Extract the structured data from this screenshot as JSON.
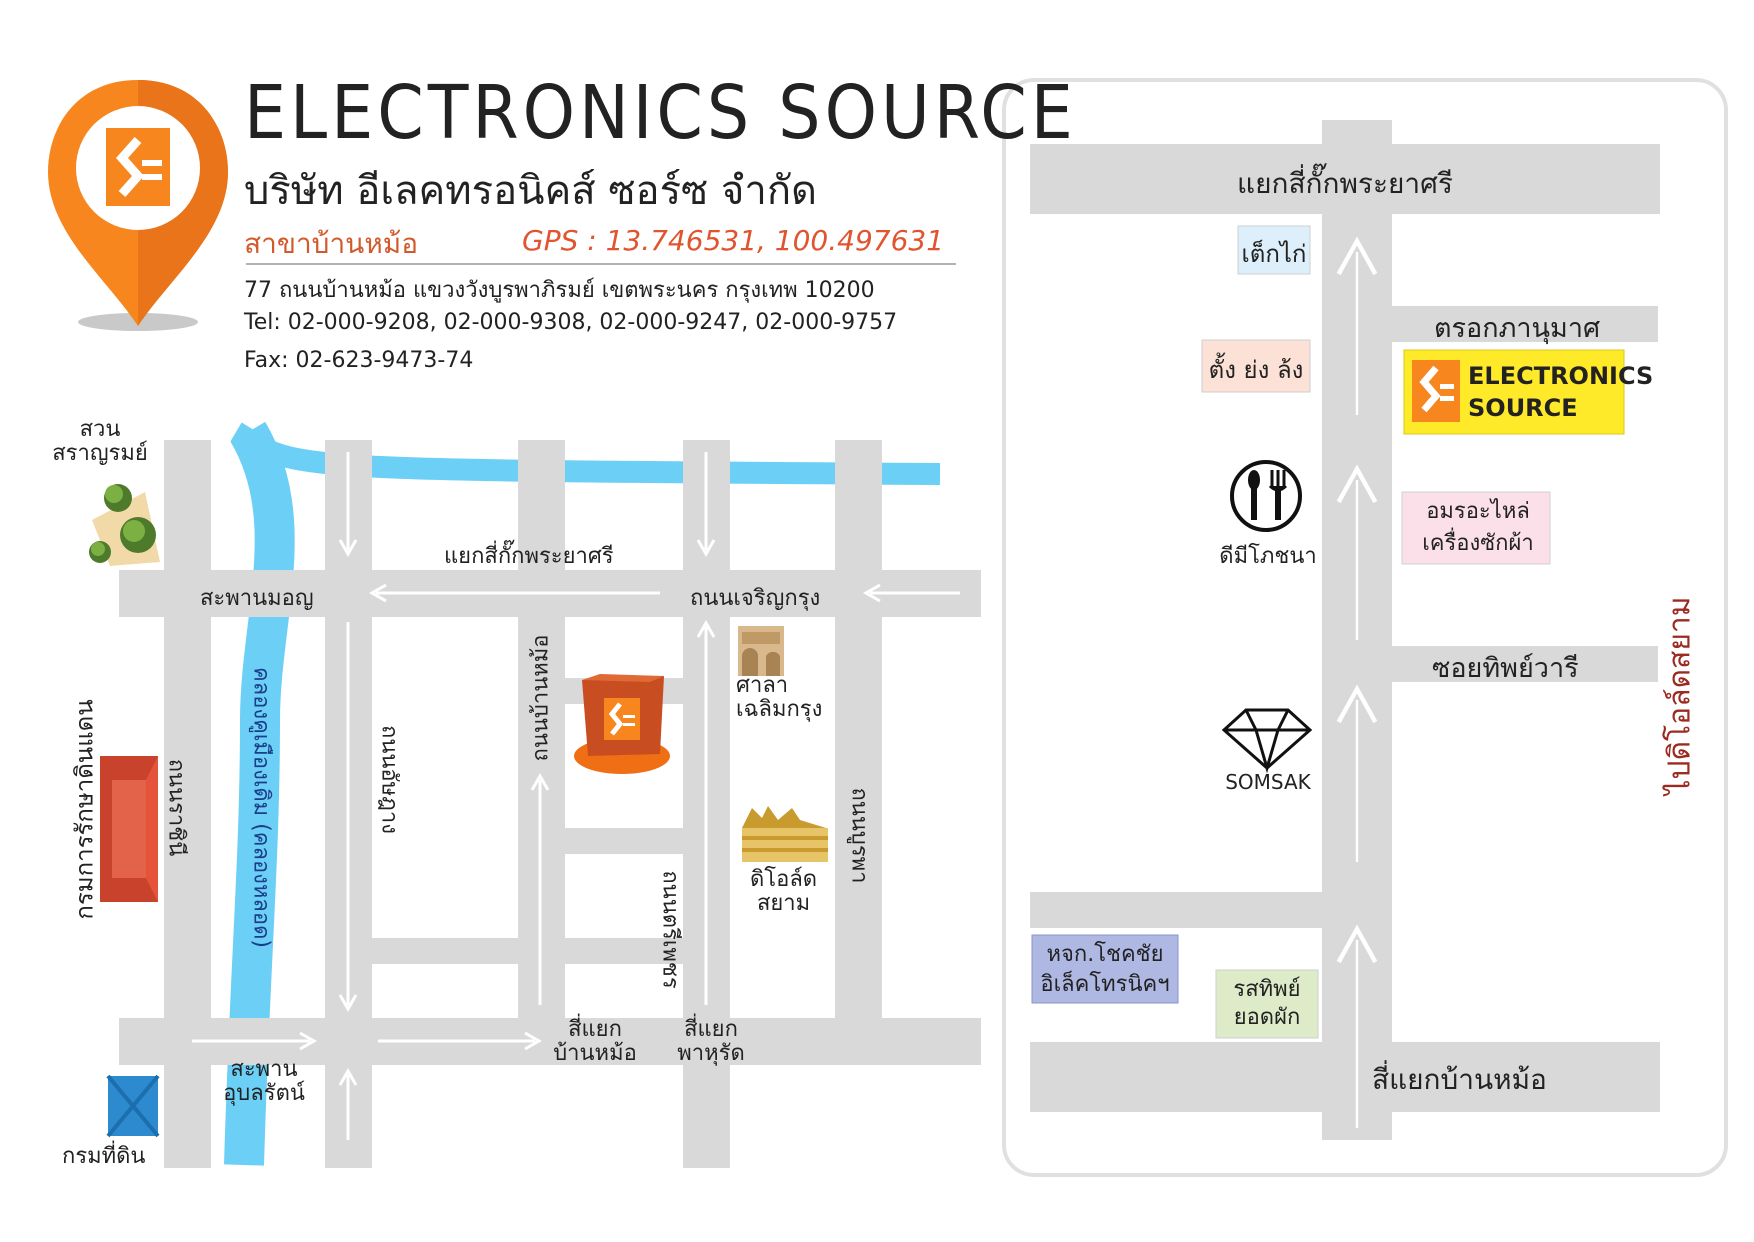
{
  "brand": {
    "name_en": "ELECTRONICS SOURCE",
    "name_th": "บริษัท อีเลคทรอนิคส์ ซอร์ซ จำกัด",
    "branch": "สาขาบ้านหม้อ",
    "gps": "GPS : 13.746531, 100.497631",
    "address": "77 ถนนบ้านหม้อ แขวงวังบูรพาภิรมย์ เขตพระนคร กรุงเทพ 10200",
    "tel": "Tel: 02-000-9208, 02-000-9308, 02-000-9247, 02-000-9757",
    "fax": "Fax: 02-623-9473-74",
    "logo_glyph": "S="
  },
  "colors": {
    "orange": "#F7861E",
    "road": "#D9D9DA",
    "water": "#6CCFF6",
    "gps": "#E0542F",
    "branch": "#D25A2A",
    "yellow": "#FFEA2A",
    "siam": "#9B2A20"
  },
  "left_map": {
    "landmarks": {
      "garden": "สวน\nสราญรมย์",
      "land_conservation": "กรมการรักษาดินแดน",
      "land_dept": "กรมที่ดิน",
      "sala": "ศาลา\nเฉลิมกรุง",
      "old_siam": "ดิโอล์ด\nสยาม"
    },
    "roads": {
      "rachini": "ถนนราชินี",
      "canal": "คลองคูเมืองเดิม (คลองหลอด)",
      "atsadang": "ถนนอัษฎาง",
      "ban_mo": "ถนนบ้านหม้อ",
      "tri_phet": "ถนนตรีเพชร",
      "burapha": "ถนนบูรพา",
      "charoen_krung": "ถนนเจริญกรุง",
      "saphan_mon": "สะพานมอญ",
      "kok_intersection": "แยกสี่กั๊กพระยาศรี",
      "saphan_ubon": "สะพาน\nอุบลรัตน์",
      "ban_mo_junction": "สี่แยก\nบ้านหม้อ",
      "pahurat_junction": "สี่แยก\nพาหุรัด"
    }
  },
  "right_map": {
    "top_junction": "แยกสี่กั๊กพระยาศรี",
    "bottom_junction": "สี่แยกบ้านหม้อ",
    "lane_panurangsi": "ตรอกภานุมาศ",
    "lane_thipwari": "ซอยทิพย์วารี",
    "to_old_siam": "ไปดิโอล์ดสยาม",
    "shops": {
      "tek_kai": "เต็กไก่",
      "tang_yong_lang": "ตั้ง ย่ง ล้ง",
      "dee_mee": "ดีมีโภชนา",
      "somsak": "SOMSAK",
      "parts": "อมรอะไหล่\nเครื่องซักผ้า",
      "chokchai": "หจก.โชคชัย\nอิเล็คโทรนิคฯ",
      "rot_thip": "รสทิพย์\nยอดผัก",
      "store_line1": "ELECTRONICS",
      "store_line2": "SOURCE"
    }
  }
}
